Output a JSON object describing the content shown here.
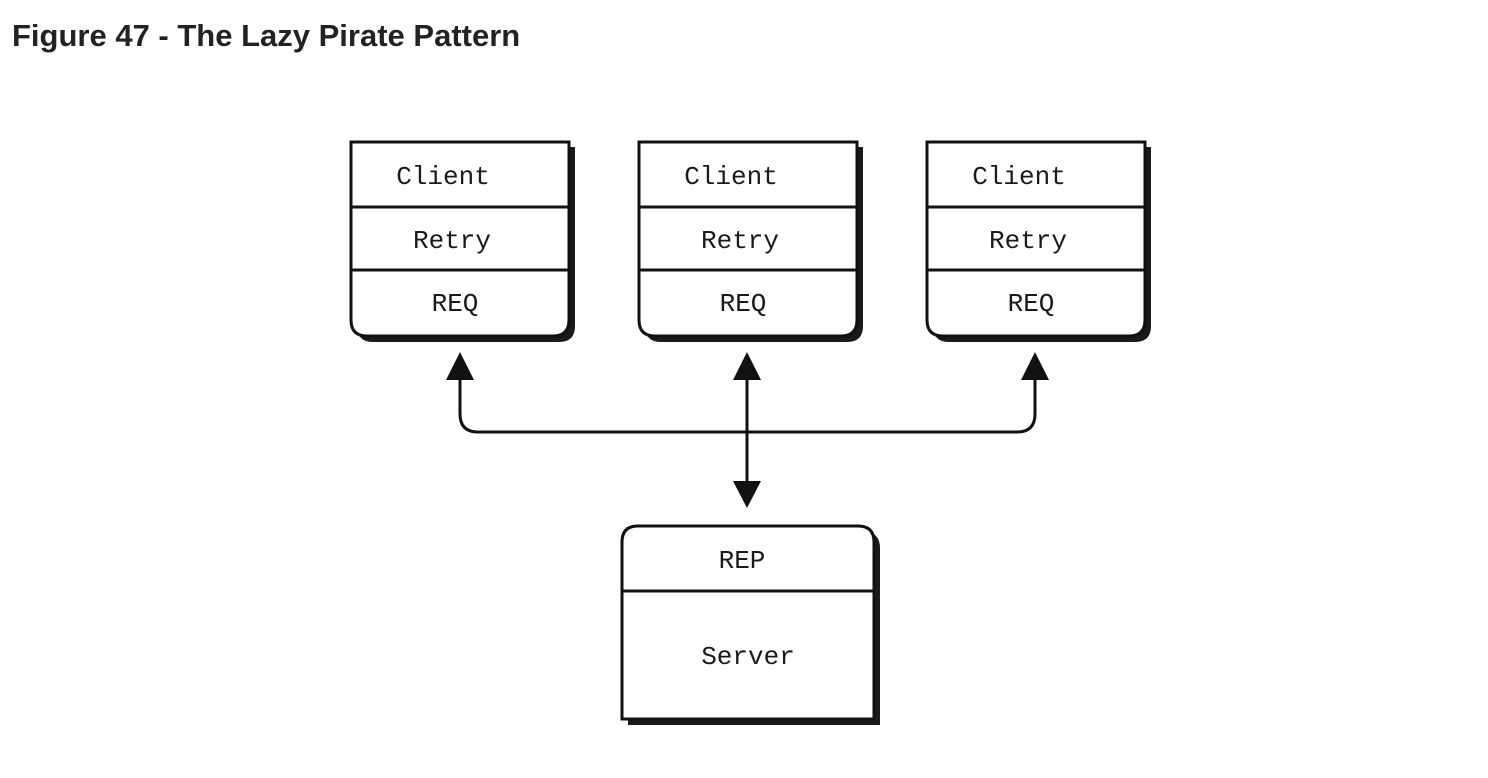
{
  "figure": {
    "title": "Figure 47 - The Lazy Pirate Pattern"
  },
  "clients": [
    {
      "name": "Client",
      "layers": [
        "Retry",
        "REQ"
      ]
    },
    {
      "name": "Client",
      "layers": [
        "Retry",
        "REQ"
      ]
    },
    {
      "name": "Client",
      "layers": [
        "Retry",
        "REQ"
      ]
    }
  ],
  "server": {
    "socket": "REP",
    "name": "Server"
  },
  "colors": {
    "stroke": "#111111",
    "shadow": "#1a1a1a",
    "box_fill": "#ffffff",
    "title_text": "#222222"
  },
  "connections": [
    {
      "from": "clients.0",
      "to": "server",
      "arrow": "both"
    },
    {
      "from": "clients.1",
      "to": "server",
      "arrow": "both"
    },
    {
      "from": "clients.2",
      "to": "server",
      "arrow": "both"
    }
  ]
}
